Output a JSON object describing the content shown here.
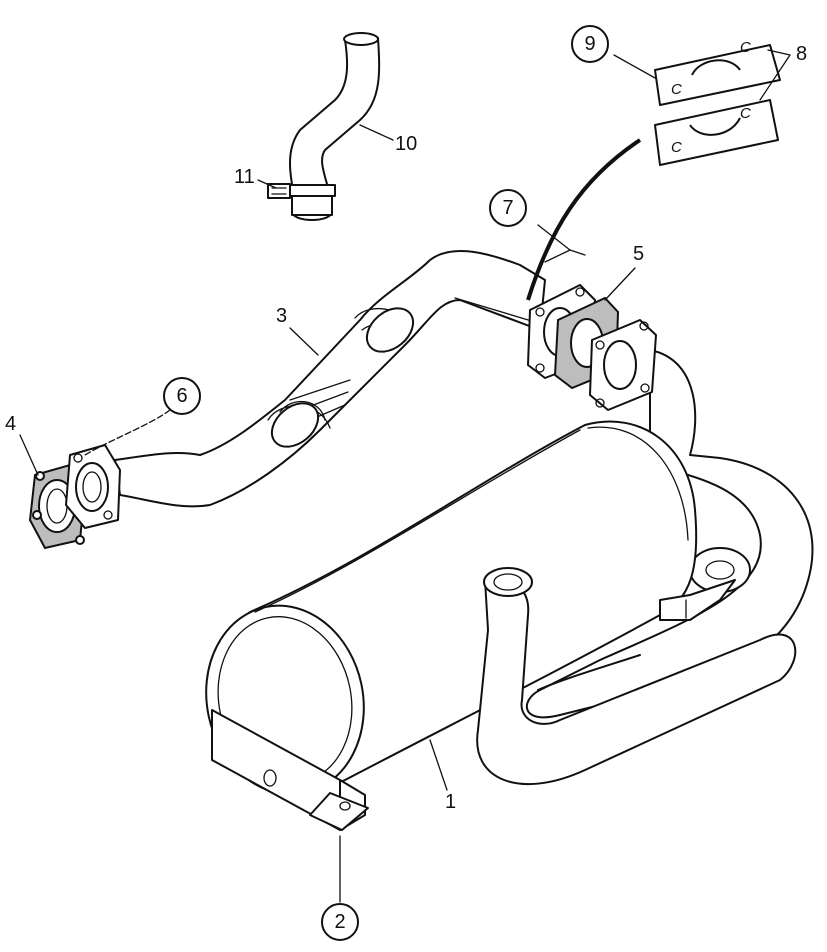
{
  "callouts": {
    "muffler": "1",
    "bracket": "2",
    "front_pipe": "3",
    "flange_4": "4",
    "gasket_5": "5",
    "flange_gasket_6": "6",
    "flange_plate_7": "7",
    "clamp_halves": "8",
    "clamp_plate": "9",
    "tailpipe": "10",
    "hose_clamp": "11"
  },
  "clip_marks": [
    "C",
    "C",
    "C",
    "C"
  ]
}
